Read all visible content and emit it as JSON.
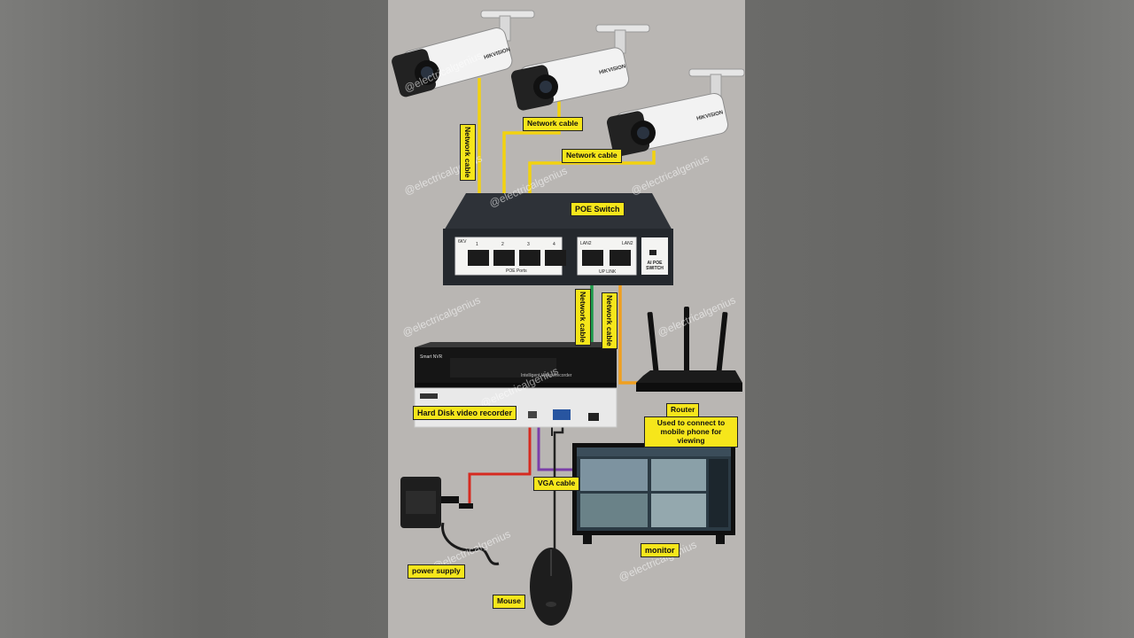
{
  "labels": {
    "network_cable_1": "Network cable",
    "network_cable_2": "Network cable",
    "network_cable_3": "Network cable",
    "poe_switch": "POE Switch",
    "network_cable_4": "Network cable",
    "network_cable_5": "Network cable",
    "hdd_recorder": "Hard Disk video recorder",
    "router": "Router",
    "router_note": "Used to connect to mobile phone for viewing",
    "vga_cable": "VGA cable",
    "monitor": "monitor",
    "power_supply": "power supply",
    "mouse": "Mouse"
  },
  "camera_brand": "HIKVISION",
  "switch_text": {
    "kv": "6KV",
    "port_numbers": [
      "1",
      "2",
      "3",
      "4"
    ],
    "poe_ports": "POE Ports",
    "lan2_left": "LAN2",
    "lan2_right": "LAN2",
    "uplink": "UP LINK",
    "badge": "AI POE SWITCH"
  },
  "nvr_text": {
    "top_badge": "Smart NVR",
    "front": "Intelligent Video Recorder"
  },
  "watermark": "@electricalgenius",
  "colors": {
    "panel": "#b9b6b3",
    "label_bg": "#f6e61b",
    "poe_cable": "#f2d20f",
    "router_cable": "#f0a020",
    "nvr_cable": "#1e9a4a",
    "power_cable": "#d62a20",
    "vga_cable": "#7b3fa8",
    "mouse_cable": "#222222"
  }
}
